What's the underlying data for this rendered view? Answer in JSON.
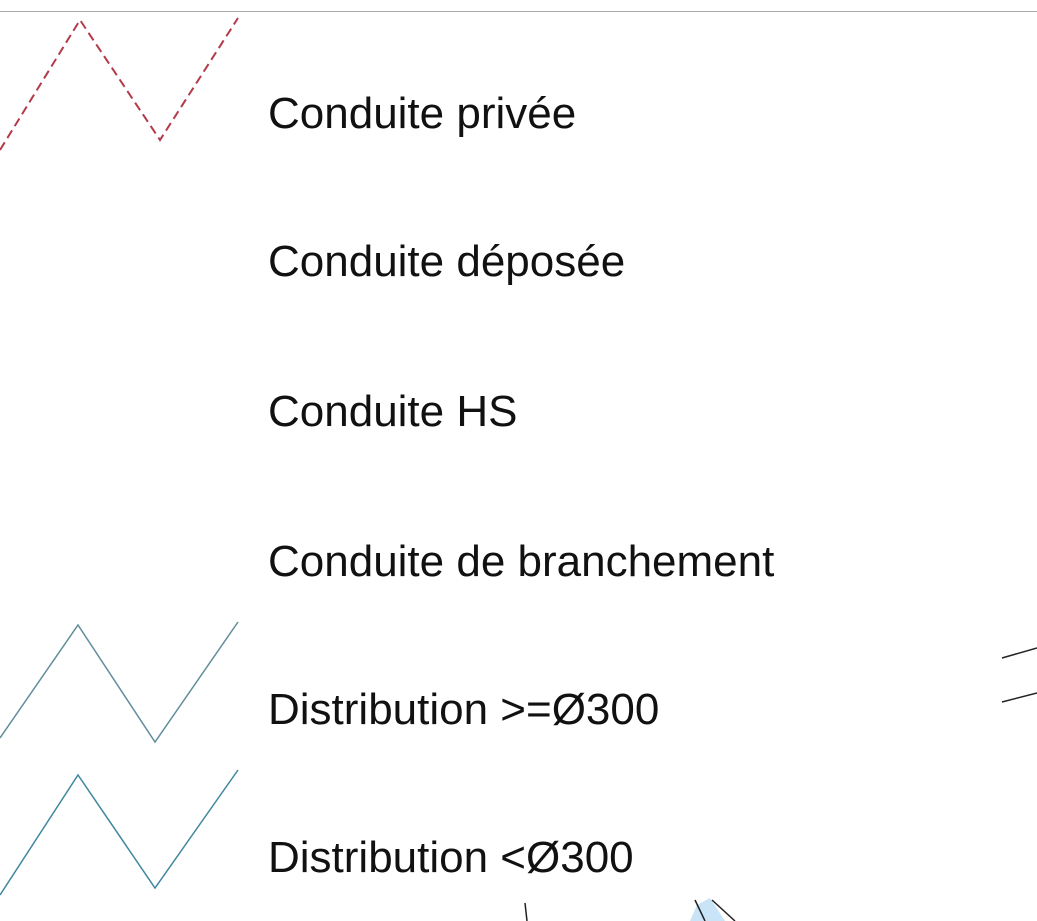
{
  "legend": {
    "items": [
      {
        "label": "Conduite privée",
        "symbol": "dashed-zigzag",
        "color": "#b23a4a"
      },
      {
        "label": "Conduite déposée",
        "symbol": "none",
        "color": ""
      },
      {
        "label": "Conduite HS",
        "symbol": "none",
        "color": ""
      },
      {
        "label": "Conduite de branchement",
        "symbol": "none",
        "color": ""
      },
      {
        "label": "Distribution >=Ø300",
        "symbol": "solid-zigzag",
        "color": "#5f8f99"
      },
      {
        "label": "Distribution <Ø300",
        "symbol": "solid-zigzag",
        "color": "#3f87a0"
      }
    ]
  },
  "map": {
    "water_color": "#c9e4f6",
    "line_color": "#222222"
  }
}
